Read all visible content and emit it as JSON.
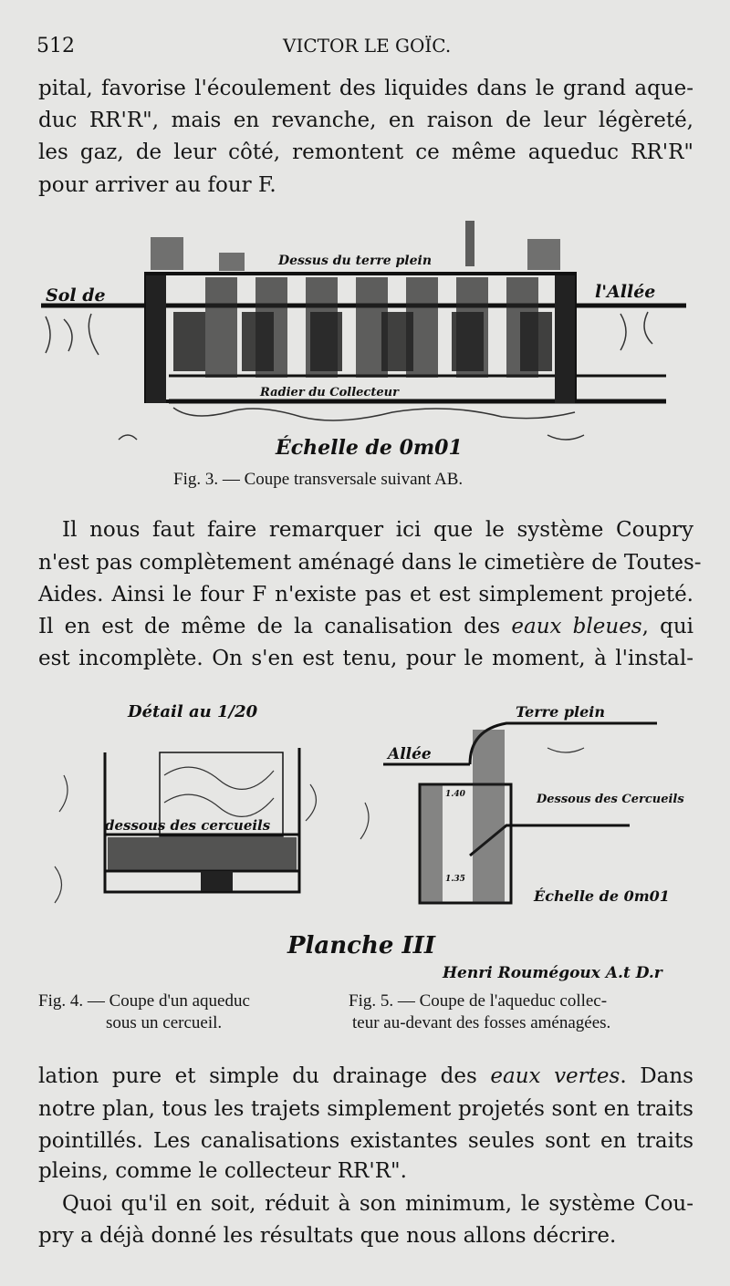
{
  "header": {
    "page_number": "512",
    "running_title": "VICTOR LE GOÏC."
  },
  "paragraph1": [
    "pital, favorise l'écoulement des liquides dans le grand aque-",
    "duc RR'R\", mais en revanche, en raison de leur légèreté,",
    "les gaz, de leur côté, remontent ce même aqueduc RR'R\"",
    "pour arriver au four F."
  ],
  "figure3": {
    "labels": {
      "top": "Dessus du terre plein",
      "left": "Sol de",
      "right": "l'Allée",
      "bottom": "Radier du Collecteur",
      "scale": "Échelle de 0m01"
    },
    "caption": "Fig. 3. — Coupe transversale suivant AB."
  },
  "paragraph2": [
    "Il nous faut faire remarquer ici que le système Coupry",
    "n'est pas complètement aménagé dans le cimetière de Toutes-",
    "Aides. Ainsi le four F n'existe pas et est simplement projeté.",
    "Il en est de même de la canalisation des ",
    "eaux bleues",
    ", qui",
    "est incomplète. On s'en est tenu, pour le moment, à l'instal-"
  ],
  "figure45": {
    "labels": {
      "detail": "Détail au 1/20",
      "coffins": "dessous des cercueils",
      "terre": "Terre plein",
      "allee": "Allée",
      "dessous": "Dessous des Cercueils",
      "scale": "Échelle de 0m01",
      "m1": "1.40",
      "m2": "1.35",
      "plate": "Planche III",
      "signature": "Henri Roumégoux A.t D.r"
    },
    "caption4": [
      "Fig. 4. — Coupe d'un aqueduc",
      "sous un cercueil."
    ],
    "caption5": [
      "Fig. 5. — Coupe de l'aqueduc collec-",
      "teur au-devant des fosses aménagées."
    ]
  },
  "paragraph3": [
    "lation pure et simple du drainage des ",
    "eaux vertes",
    ". Dans",
    "notre plan, tous les trajets simplement projetés sont en traits",
    "pointillés. Les canalisations existantes seules sont en traits",
    "pleins, comme le collecteur RR'R\"."
  ],
  "paragraph4": [
    "Quoi qu'il en soit, réduit à son minimum, le système Cou-",
    "pry a déjà donné les résultats que nous allons décrire."
  ]
}
